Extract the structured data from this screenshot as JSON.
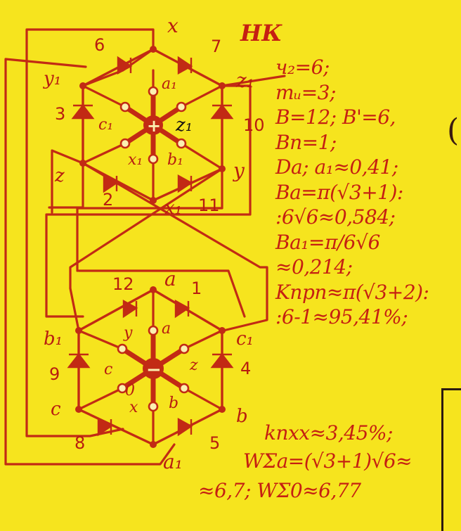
{
  "title": "НК",
  "side_glyph": "(",
  "equations": [
    "ч₂=6;",
    "mᵤ=3;",
    "B=12; B'=6,",
    "Bп=1;",
    "Da; a₁≈0,41;",
    "Ba=π(√3+1):",
    ":6√6≈0,584;",
    "Ba₁=π/6√6",
    "≈0,214;",
    "Kпрп≈π(√3+2):",
    ":6-1≈95,41%;",
    "kпxx≈3,45%;",
    "WΣa=(√3+1)√6≈",
    "≈6,7; WΣ0≈6,77"
  ],
  "upper_star": {
    "hub_sign": "+",
    "center_label": "z₁",
    "outer_labels": [
      "x",
      "y₁",
      "z₁",
      "z",
      "y",
      "x₁"
    ],
    "inner_labels": [
      "a₁",
      "c₁",
      "x₁",
      "b₁"
    ],
    "diode_numbers": [
      "6",
      "7",
      "3",
      "10",
      "2",
      "11"
    ]
  },
  "lower_star": {
    "hub_sign": "−",
    "center_label": "0",
    "outer_labels": [
      "a",
      "b₁",
      "c₁",
      "c",
      "b",
      "a₁"
    ],
    "inner_labels": [
      "y",
      "a",
      "c",
      "z",
      "x",
      "b"
    ],
    "diode_numbers": [
      "12",
      "1",
      "9",
      "4",
      "8",
      "5"
    ]
  }
}
